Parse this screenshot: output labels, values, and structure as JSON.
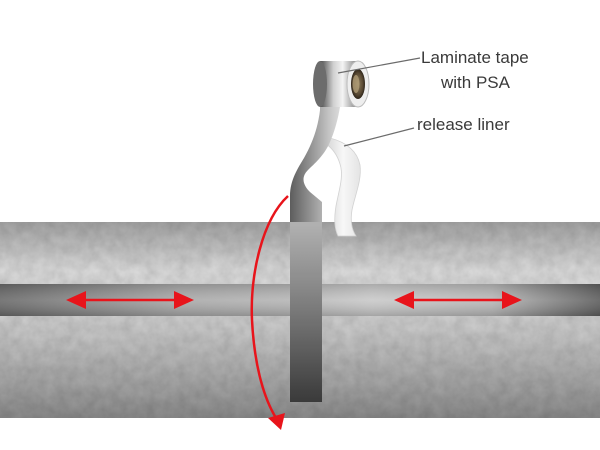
{
  "labels": {
    "tape_line1": "Laminate tape",
    "tape_line2": "with PSA",
    "liner": "release liner"
  },
  "colors": {
    "arrow": "#e8141b",
    "pipe_base": "#b9b9b9",
    "leader": "#6b6b6b"
  },
  "icons": {
    "axial_arrows": "double-headed-arrow",
    "wrap_arrow": "curved-arrow"
  }
}
